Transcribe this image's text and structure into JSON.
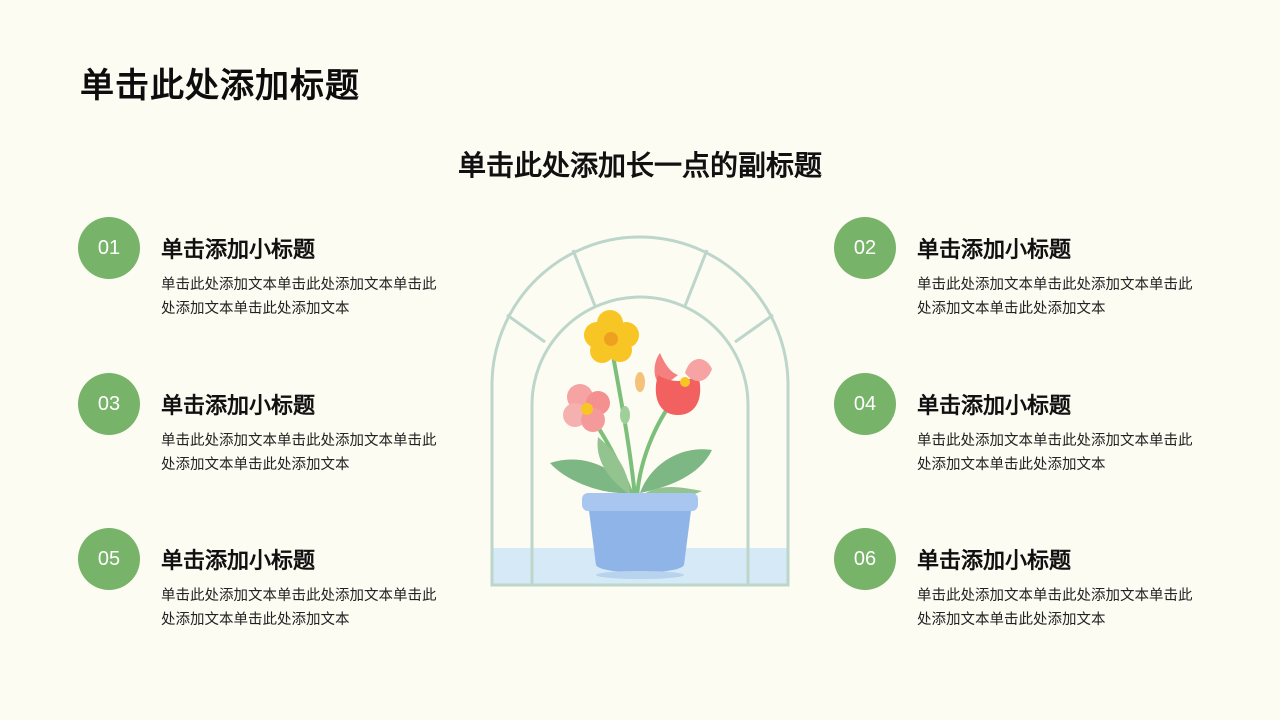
{
  "slide": {
    "title": "单击此处添加标题",
    "subtitle": "单击此处添加长一点的副标题"
  },
  "items": [
    {
      "number": "01",
      "title": "单击添加小标题",
      "body": "单击此处添加文本单击此处添加文本单击此处添加文本单击此处添加文本"
    },
    {
      "number": "02",
      "title": "单击添加小标题",
      "body": "单击此处添加文本单击此处添加文本单击此处添加文本单击此处添加文本"
    },
    {
      "number": "03",
      "title": "单击添加小标题",
      "body": "单击此处添加文本单击此处添加文本单击此处添加文本单击此处添加文本"
    },
    {
      "number": "04",
      "title": "单击添加小标题",
      "body": "单击此处添加文本单击此处添加文本单击此处添加文本单击此处添加文本"
    },
    {
      "number": "05",
      "title": "单击添加小标题",
      "body": "单击此处添加文本单击此处添加文本单击此处添加文本单击此处添加文本"
    },
    {
      "number": "06",
      "title": "单击添加小标题",
      "body": "单击此处添加文本单击此处添加文本单击此处添加文本单击此处添加文本"
    }
  ],
  "illustration": {
    "icon": "potted-flower-in-arched-window",
    "colors": {
      "number_badge": "#78b36a",
      "window_frame": "#bcd6c9",
      "pot": "#8fb4e8",
      "flower_yellow": "#f7c625",
      "flower_red": "#f26060",
      "flower_pink": "#f5a3a3",
      "leaf": "#6fb07a",
      "background": "#fdfcf3"
    }
  }
}
